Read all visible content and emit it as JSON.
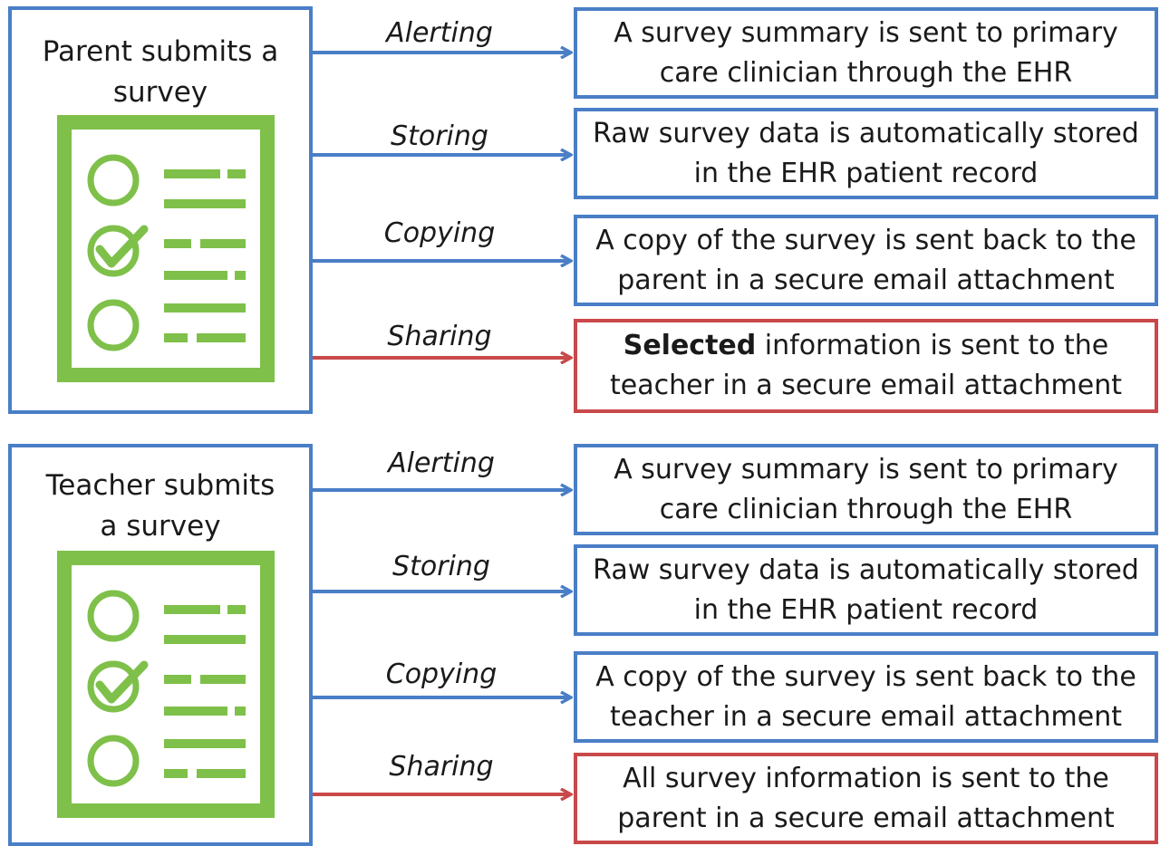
{
  "sources": [
    {
      "title_line1": "Parent submits a",
      "title_line2": "survey"
    },
    {
      "title_line1": "Teacher submits",
      "title_line2": "a survey"
    }
  ],
  "groups": [
    {
      "flows": [
        {
          "action": "Alerting",
          "line1": "A survey summary is sent to primary",
          "line2": "care clinician through the EHR",
          "color": "#4a7ec6"
        },
        {
          "action": "Storing",
          "line1": "Raw survey data is automatically stored",
          "line2": "in the EHR patient record",
          "color": "#4a7ec6"
        },
        {
          "action": "Copying",
          "line1": "A copy of the survey is sent back to the",
          "line2": "parent in a secure email attachment",
          "color": "#4a7ec6"
        },
        {
          "action": "Sharing",
          "line1_bold": "Selected",
          "line1_rest": " information is sent to the",
          "line2": "teacher in a secure email attachment",
          "color": "#c9484a"
        }
      ]
    },
    {
      "flows": [
        {
          "action": "Alerting",
          "line1": "A survey summary is sent to primary",
          "line2": "care clinician through the EHR",
          "color": "#4a7ec6"
        },
        {
          "action": "Storing",
          "line1": "Raw survey data is automatically stored",
          "line2": "in the EHR patient record",
          "color": "#4a7ec6"
        },
        {
          "action": "Copying",
          "line1": "A copy of the survey is sent back to the",
          "line2": "teacher in a secure email attachment",
          "color": "#4a7ec6"
        },
        {
          "action": "Sharing",
          "line1": "All survey information is sent to the",
          "line2": "parent in a secure email attachment",
          "color": "#c9484a"
        }
      ]
    }
  ],
  "colors": {
    "blue": "#4a7ec6",
    "red": "#c9484a",
    "green": "#7ec04a"
  },
  "icons": [
    "survey-checklist-icon"
  ]
}
